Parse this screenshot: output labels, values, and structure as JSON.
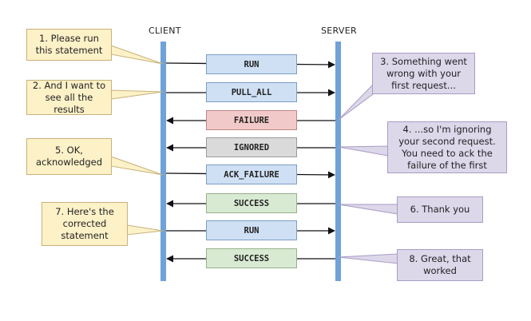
{
  "lifelines": {
    "client": "CLIENT",
    "server": "SERVER"
  },
  "colors": {
    "lifeline": "#6fa2d8",
    "note_yellow": "#fdf1c8",
    "note_purple": "#ddd7ea",
    "msg_blue": "#cfe0f4",
    "msg_red": "#f2c9c9",
    "msg_gray": "#dadada",
    "msg_green": "#d9ead3"
  },
  "messages": [
    {
      "label": "RUN",
      "direction": "to-server",
      "color": "blue"
    },
    {
      "label": "PULL_ALL",
      "direction": "to-server",
      "color": "blue"
    },
    {
      "label": "FAILURE",
      "direction": "to-client",
      "color": "red"
    },
    {
      "label": "IGNORED",
      "direction": "to-client",
      "color": "gray"
    },
    {
      "label": "ACK_FAILURE",
      "direction": "to-server",
      "color": "blue"
    },
    {
      "label": "SUCCESS",
      "direction": "to-client",
      "color": "green"
    },
    {
      "label": "RUN",
      "direction": "to-server",
      "color": "blue"
    },
    {
      "label": "SUCCESS",
      "direction": "to-client",
      "color": "green"
    }
  ],
  "client_notes": [
    {
      "text": "1. Please run this statement"
    },
    {
      "text": "2. And I want to see all the results"
    },
    {
      "text": "5. OK, acknowledged"
    },
    {
      "text": "7. Here's the corrected statement"
    }
  ],
  "server_notes": [
    {
      "text": "3. Something went wrong with your first request..."
    },
    {
      "text": "4. ...so I'm ignoring your second request. You need to ack the failure of the first"
    },
    {
      "text": "6. Thank you"
    },
    {
      "text": "8. Great, that worked"
    }
  ]
}
